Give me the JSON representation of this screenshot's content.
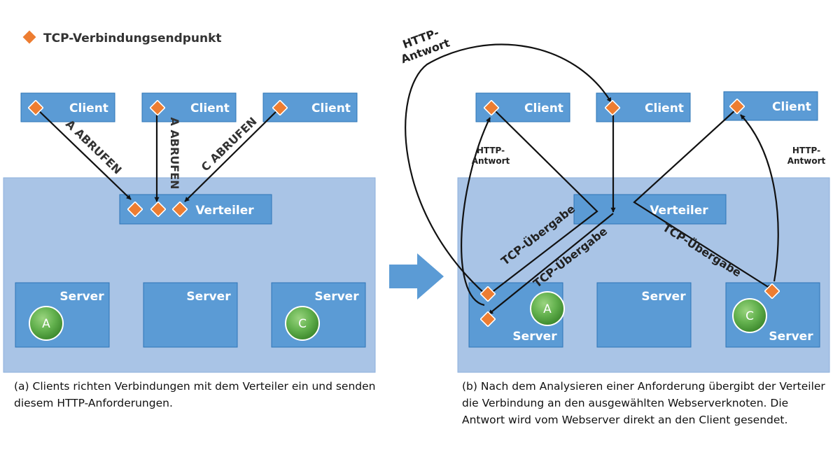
{
  "legend": {
    "label": "TCP-Verbindungsendpunkt",
    "marker_color": "#ed7d31"
  },
  "panel_a": {
    "clients": [
      "Client",
      "Client",
      "Client"
    ],
    "requests": [
      "A ABRUFEN",
      "A ABRUFEN",
      "C ABRUFEN"
    ],
    "distributor": "Verteiler",
    "servers": [
      "Server",
      "Server",
      "Server"
    ],
    "objects": [
      "A",
      "",
      "C"
    ],
    "caption": "(a) Clients richten Verbindungen mit dem Verteiler ein und senden diesem HTTP-Anforderungen."
  },
  "panel_b": {
    "clients": [
      "Client",
      "Client",
      "Client"
    ],
    "distributor": "Verteiler",
    "servers": [
      "Server",
      "Server",
      "Server"
    ],
    "objects": [
      "A",
      "",
      "C"
    ],
    "handoff": [
      "TCP-Übergabe",
      "TCP-Übergabe",
      "TCP-Übergabe"
    ],
    "responses": {
      "top": [
        "HTTP-",
        "Antwort"
      ],
      "left": [
        "HTTP-",
        "Antwort"
      ],
      "right": [
        "HTTP-",
        "Antwort"
      ]
    },
    "caption": "(b) Nach dem Analysieren einer Anforderung übergibt der Verteiler die Verbindung an den ausgewählten Webserverknoten. Die Antwort wird vom Webserver direkt an den Client gesendet."
  },
  "colors": {
    "cluster_fill": "#a9c4e6",
    "box_fill": "#5b9bd5",
    "box_stroke": "#2e75b6",
    "object_green": "#63b14e",
    "arrow": "#111111"
  }
}
